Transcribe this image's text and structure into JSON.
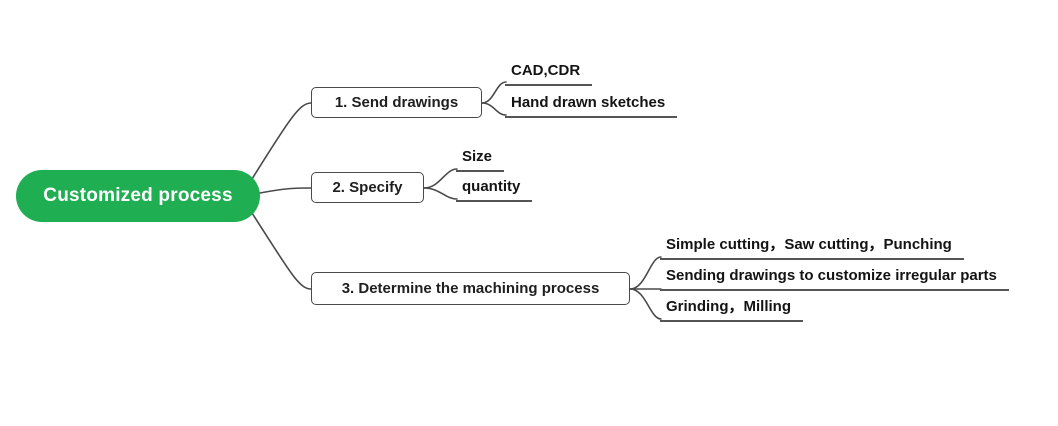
{
  "diagram": {
    "type": "mindmap",
    "accent_color": "#1fae52",
    "line_color": "#4a4a4a",
    "root": {
      "label": "Customized process"
    },
    "branches": [
      {
        "label": "1. Send drawings",
        "leaves": [
          "CAD,CDR",
          "Hand drawn sketches"
        ]
      },
      {
        "label": "2. Specify",
        "leaves": [
          "Size",
          "quantity"
        ]
      },
      {
        "label": "3. Determine the machining process",
        "leaves": [
          "Simple cutting，Saw cutting，Punching",
          "Sending drawings to customize irregular parts",
          "Grinding，Milling"
        ]
      }
    ]
  }
}
